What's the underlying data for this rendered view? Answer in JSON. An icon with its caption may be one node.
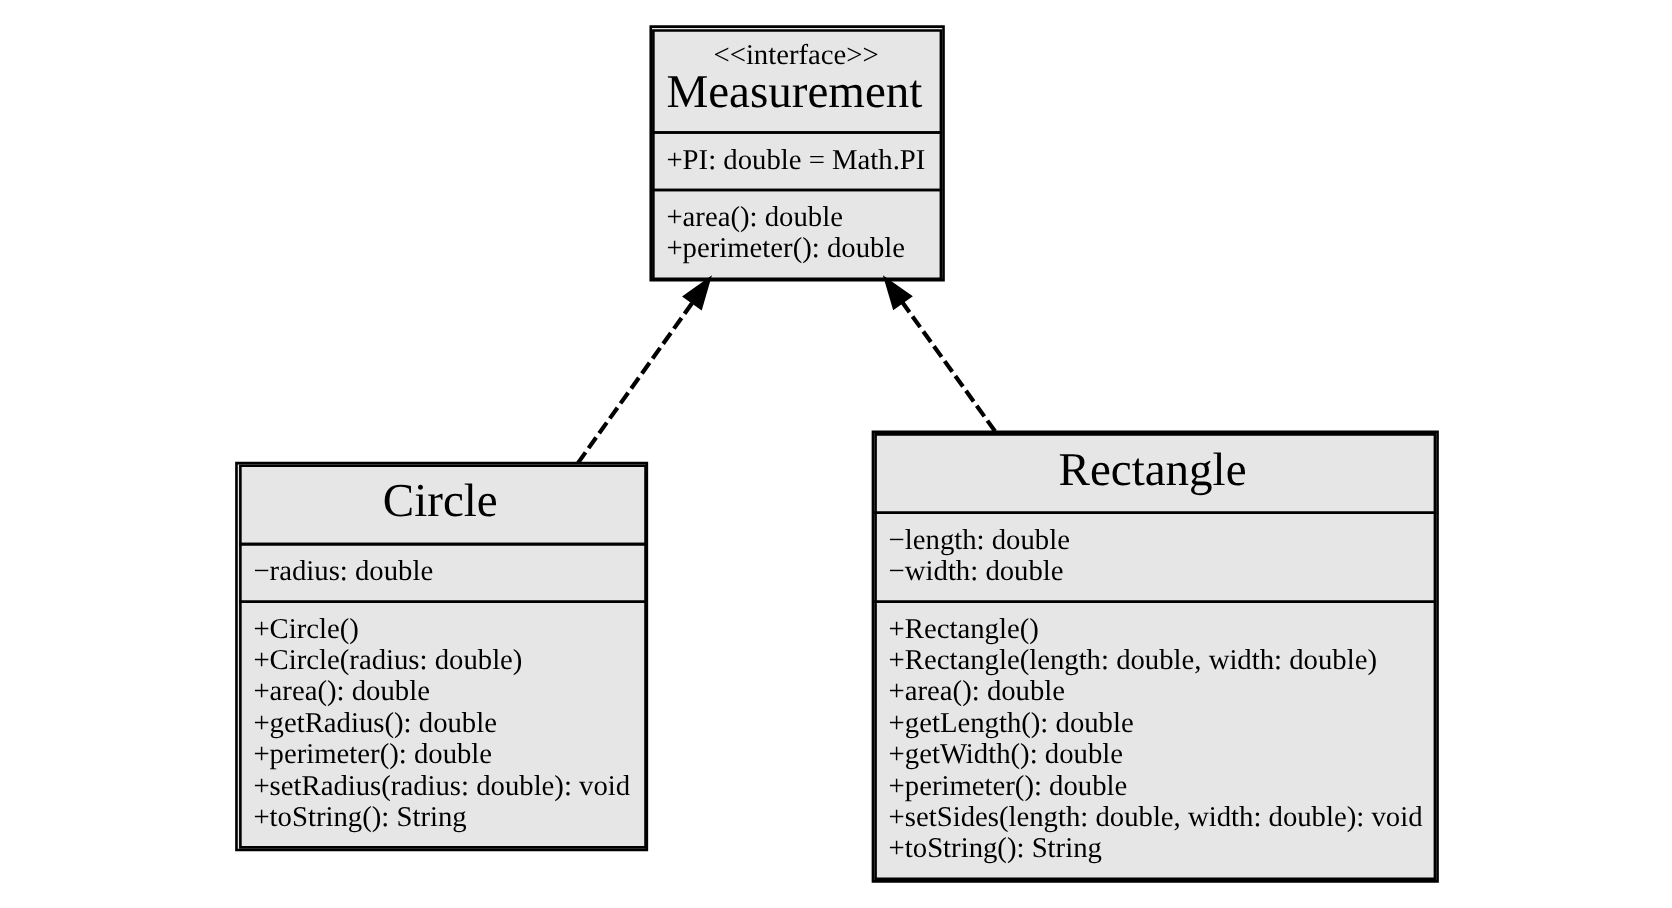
{
  "diagram": {
    "nodes": [
      {
        "text": [
          "<<interface>>",
          "Measurement",
          "+PI: double = Math.PI",
          "+area(): double",
          "+perimeter(): double"
        ]
      },
      {
        "text": [
          "Circle",
          "−radius: double",
          "+Circle()",
          "+Circle(radius: double)",
          "+area(): double",
          "+getRadius(): double",
          "+perimeter(): double",
          "+setRadius(radius: double): void",
          "+toString(): String"
        ]
      },
      {
        "text": [
          "Rectangle",
          "−length: double",
          "−width: double",
          "+Rectangle()",
          "+Rectangle(length: double, width: double)",
          "+area(): double",
          "+getLength(): double",
          "+getWidth(): double",
          "+perimeter(): double",
          "+setSides(length: double, width: double): void",
          "+toString(): String"
        ]
      }
    ],
    "edges": [
      {
        "from": 1,
        "to": 0,
        "arrow": "to",
        "style": "dashed"
      },
      {
        "from": 2,
        "to": 0,
        "arrow": "to",
        "style": "dashed"
      }
    ]
  }
}
